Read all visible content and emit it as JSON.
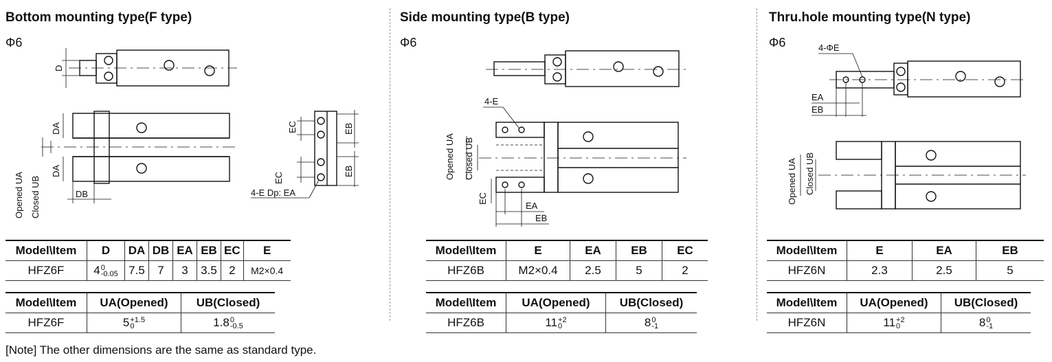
{
  "panels": [
    {
      "title": "Bottom mounting type(F type)",
      "phi": "Φ6",
      "labels": {
        "D": "D",
        "DA_top": "DA",
        "DA_bot": "DA",
        "UA": "Opened UA",
        "UB": "Closed UB",
        "DB": "DB",
        "EC_top": "EC",
        "EC_bot": "EC",
        "EB_top": "EB",
        "EB_bot": "EB",
        "note": "4-E Dp: EA"
      },
      "table1": {
        "headers": [
          "Model\\Item",
          "D",
          "DA",
          "DB",
          "EA",
          "EB",
          "EC",
          "E"
        ],
        "row": {
          "model": "HFZ6F",
          "D_base": "4",
          "D_sup": "0",
          "D_sub": "-0.05",
          "DA": "7.5",
          "DB": "7",
          "EA": "3",
          "EB": "3.5",
          "EC": "2",
          "E": "M2×0.4"
        }
      },
      "table2": {
        "headers": [
          "Model\\Item",
          "UA(Opened)",
          "UB(Closed)"
        ],
        "row": {
          "model": "HFZ6F",
          "UA_base": "5",
          "UA_sup": "+1.5",
          "UA_sub": "0",
          "UB_base": "1.8",
          "UB_sup": "0",
          "UB_sub": "-0.5"
        }
      }
    },
    {
      "title": "Side mounting type(B type)",
      "phi": "Φ6",
      "labels": {
        "E": "4-E",
        "UA": "Opened UA",
        "UB": "Closed UB",
        "EC": "EC",
        "EA": "EA",
        "EB": "EB"
      },
      "table1": {
        "headers": [
          "Model\\Item",
          "E",
          "EA",
          "EB",
          "EC"
        ],
        "row": {
          "model": "HFZ6B",
          "E": "M2×0.4",
          "EA": "2.5",
          "EB": "5",
          "EC": "2"
        }
      },
      "table2": {
        "headers": [
          "Model\\Item",
          "UA(Opened)",
          "UB(Closed)"
        ],
        "row": {
          "model": "HFZ6B",
          "UA_base": "11",
          "UA_sup": "+2",
          "UA_sub": "0",
          "UB_base": "8",
          "UB_sup": "0",
          "UB_sub": "-1"
        }
      }
    },
    {
      "title": "Thru.hole mounting type(N type)",
      "phi": "Φ6",
      "labels": {
        "E": "4-ΦE",
        "EA": "EA",
        "EB": "EB",
        "UA": "Opened UA",
        "UB": "Closed UB"
      },
      "table1": {
        "headers": [
          "Model\\Item",
          "E",
          "EA",
          "EB"
        ],
        "row": {
          "model": "HFZ6N",
          "E": "2.3",
          "EA": "2.5",
          "EB": "5"
        }
      },
      "table2": {
        "headers": [
          "Model\\Item",
          "UA(Opened)",
          "UB(Closed)"
        ],
        "row": {
          "model": "HFZ6N",
          "UA_base": "11",
          "UA_sup": "+2",
          "UA_sub": "0",
          "UB_base": "8",
          "UB_sup": "0",
          "UB_sub": "-1"
        }
      }
    }
  ],
  "note": "[Note] The other dimensions are the same as standard type."
}
